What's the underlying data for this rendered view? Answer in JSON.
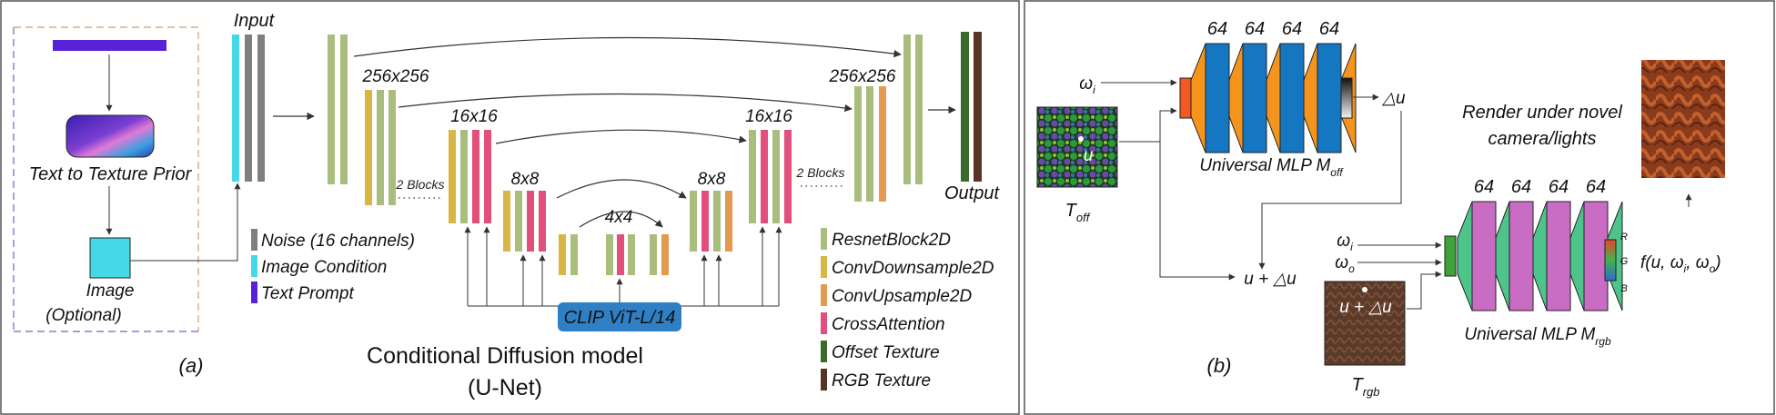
{
  "panel_a": {
    "label": "(a)",
    "input_label": "Input",
    "output_label": "Output",
    "prior_label": "Text to Texture Prior",
    "image_label_line1": "Image",
    "image_label_line2": "(Optional)",
    "res_256_left": "256x256",
    "res_256_right": "256x256",
    "res_16_left": "16x16",
    "res_16_right": "16x16",
    "res_8_left": "8x8",
    "res_8_right": "8x8",
    "res_4": "4x4",
    "blocks_left": "2 Blocks",
    "blocks_right": "2 Blocks",
    "clip_label": "CLIP ViT-L/14",
    "title_line1": "Conditional Diffusion model",
    "title_line2": "(U-Net)",
    "input_legend": [
      {
        "label": "Noise (16 channels)",
        "color": "#7f7f7f"
      },
      {
        "label": "Image Condition",
        "color": "#45d8e8"
      },
      {
        "label": "Text Prompt",
        "color": "#5a22d6"
      }
    ],
    "block_legend": [
      {
        "label": "ResnetBlock2D",
        "color": "#a9bd7c"
      },
      {
        "label": "ConvDownsample2D",
        "color": "#d9b545"
      },
      {
        "label": "ConvUpsample2D",
        "color": "#e39a4f"
      },
      {
        "label": "CrossAttention",
        "color": "#e24f7c"
      },
      {
        "label": "Offset Texture",
        "color": "#3a6b2a"
      },
      {
        "label": "RGB Texture",
        "color": "#5a3423"
      }
    ]
  },
  "panel_b": {
    "label": "(b)",
    "omega_i": "ω",
    "omega_i_sub": "i",
    "omega_o_sub": "o",
    "layer_widths_top": [
      "64",
      "64",
      "64",
      "64"
    ],
    "layer_widths_bottom": [
      "64",
      "64",
      "64",
      "64"
    ],
    "delta_u": "△u",
    "u_label": "u",
    "u_plus_delta": "u + △u",
    "t_off": "T",
    "t_off_sub": "off",
    "t_rgb": "T",
    "t_rgb_sub": "rgb",
    "mlp_off": "Universal MLP M",
    "mlp_off_sub": "off",
    "mlp_rgb": "Universal MLP M",
    "mlp_rgb_sub": "rgb",
    "render_line1": "Render under novel",
    "render_line2": "camera/lights",
    "rgb_r": "R",
    "rgb_g": "G",
    "rgb_b": "B",
    "fn_label": "f(u, ω",
    "colors": {
      "mlp_off_layer": "#1576c2",
      "mlp_off_joint": "#f5941d",
      "mlp_rgb_layer": "#c96cc4",
      "mlp_rgb_joint": "#4dc48a",
      "clip_box": "#2f7fc4"
    }
  }
}
